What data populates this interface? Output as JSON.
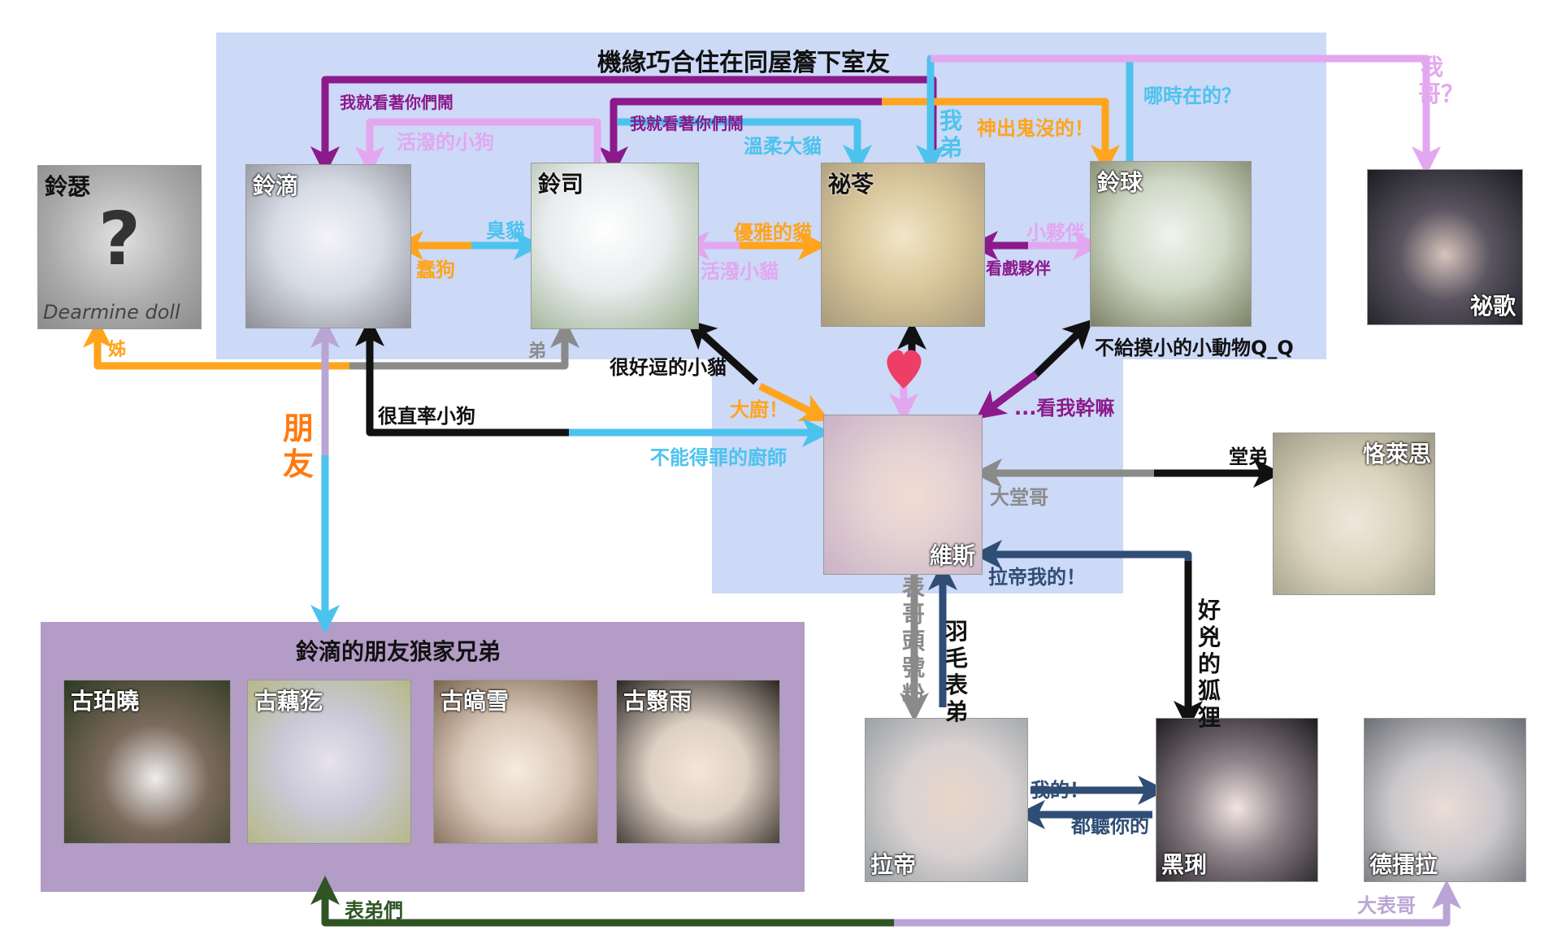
{
  "top_box_title": "機緣巧合住在同屋簷下室友",
  "friends_box_title": "鈴滴的朋友狼家兄弟",
  "friend_label": "朋友",
  "characters": {
    "lingse": "鈴瑟",
    "lingdi": "鈴滴",
    "lingsi": "鈴司",
    "miling": "祕苓",
    "lingqiu": "鈴球",
    "mige": "祕歌",
    "weisi": "維斯",
    "kelaisi": "恪萊思",
    "ladi": "拉帝",
    "heili": "黑琍",
    "delei": "德擂拉",
    "gubo": "古珀曉",
    "guou": "古藕犵",
    "guhao": "古皜雪",
    "guyi": "古翳雨"
  },
  "sticker_text": "Dearmine doll",
  "edge_labels": {
    "watch_you_1": "我就看著你們鬧",
    "watch_you_2": "我就看著你們鬧",
    "lively_puppy_top": "活潑的小狗",
    "gentle_cat": "溫柔大貓",
    "my_brother": "我弟",
    "ghost": "神出鬼沒的！",
    "when_here": "哪時在的？",
    "my_big_brother": "我哥？",
    "stinky_cat": "臭貓",
    "silly_dog": "蠢狗",
    "elegant_cat": "優雅的貓",
    "lively_kitten": "活潑小貓",
    "little_buddy": "小夥伴",
    "show_buddy": "看戲夥伴",
    "sister": "姊",
    "younger_brother": "弟",
    "funny_kitten": "很好逗的小貓",
    "no_touch": "不給摸小的小動物Q_Q",
    "honest_puppy": "很直率小狗",
    "big_chef": "大廚！",
    "chef_offend": "不能得罪的廚師",
    "why_look": "...看我幹嘛",
    "cousin_younger": "堂弟",
    "cousin_older": "大堂哥",
    "ladi_mine": "拉帝我的！",
    "cousin_top_fan": "表哥頭號粉",
    "feather_cousin": "羽毛表弟",
    "fierce_fox": "好兇的狐狸",
    "mine": "我的！",
    "listen_you": "都聽你的",
    "cousins": "表弟們",
    "big_cousin": "大表哥"
  },
  "colors": {
    "top_box_bg": "#ccd9f7",
    "friends_box_bg": "#b39cc5",
    "purple": "#8b1a8b",
    "light_pink": "#e3a7f0",
    "sky_blue": "#4cc3ee",
    "orange": "#ffa41c",
    "gray": "#8a8a8a",
    "black": "#111111",
    "navy": "#2f4d75",
    "dark_green": "#2e5523",
    "lavender": "#b9a5d5",
    "heart": "#ee3e66"
  }
}
